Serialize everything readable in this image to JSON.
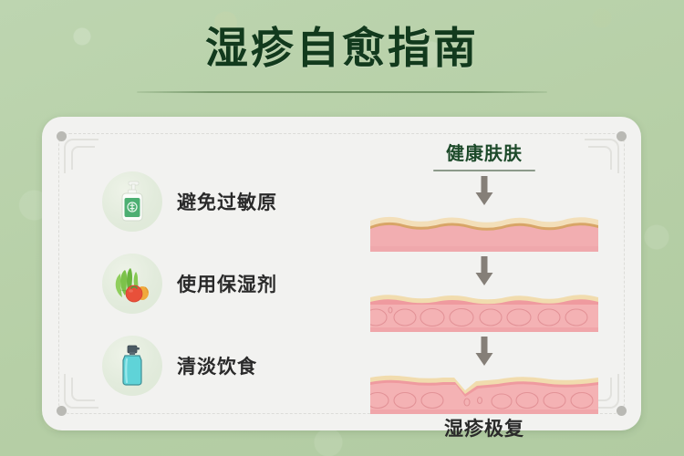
{
  "page": {
    "title": "湿疹自愈指南",
    "background_color": "#b9d2ab",
    "title_color": "#123a1d",
    "card_color": "#f2f2f0"
  },
  "tips": {
    "items": [
      {
        "label": "避免过敏原",
        "icon": "pump-bottle-icon"
      },
      {
        "label": "使用保湿剂",
        "icon": "vegetables-icon"
      },
      {
        "label": "清淡饮食",
        "icon": "spray-bottle-icon"
      }
    ]
  },
  "diagram": {
    "header": "健康肤肤",
    "footer": "湿疹极复",
    "arrow_color": "#857f78",
    "stages": [
      {
        "name": "healthy-skin",
        "description": "健康肤肤"
      },
      {
        "name": "inflamed-skin",
        "description": ""
      },
      {
        "name": "cracked-skin",
        "description": "湿疹极复"
      }
    ],
    "colors": {
      "epidermis": "#f0dcb4",
      "dermis": "#f4b1b2",
      "boundary": "#c08a5a"
    }
  }
}
